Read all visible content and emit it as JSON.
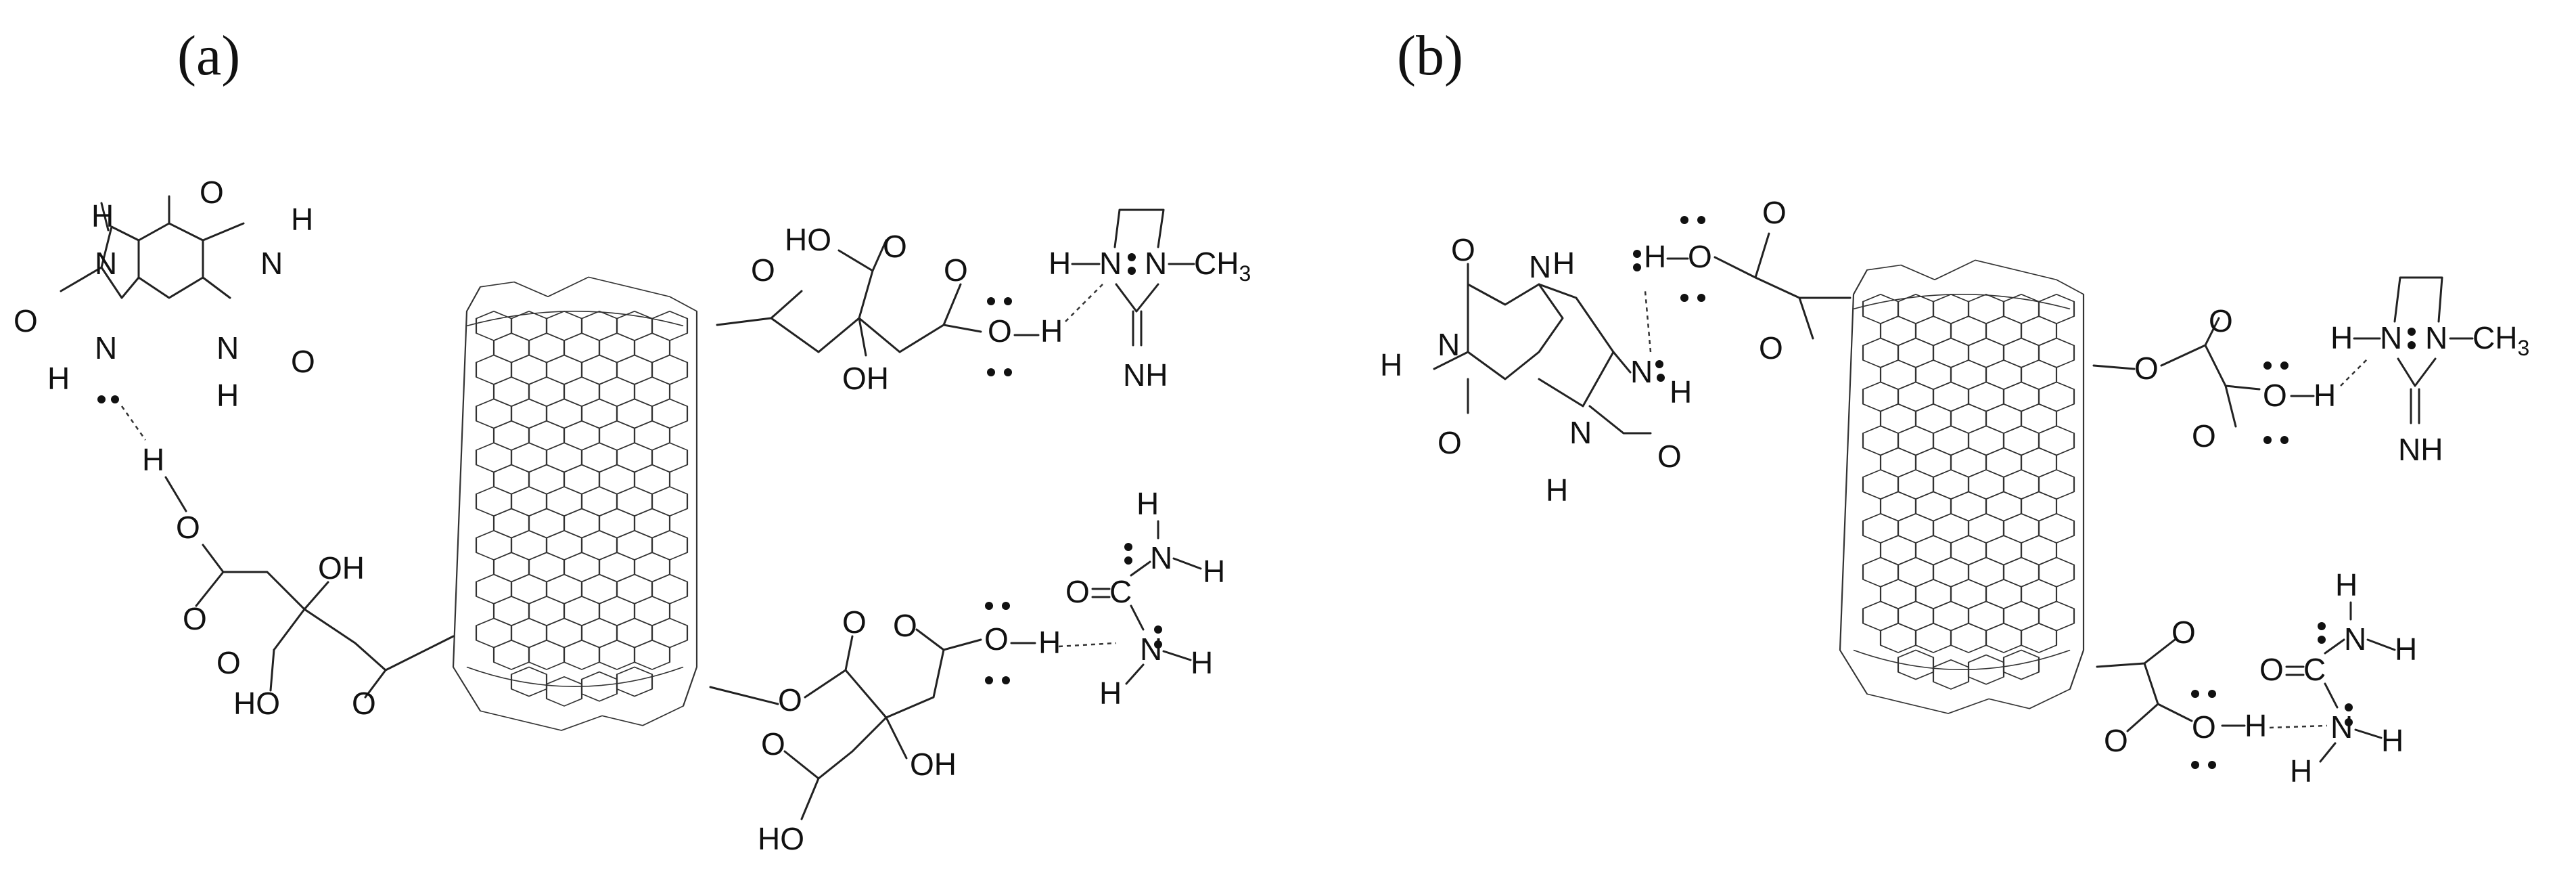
{
  "panels": {
    "a": {
      "label": "(a)",
      "uric_acid": {
        "o1": "O",
        "o2": "O",
        "o3": "O",
        "n1": "N",
        "n2": "N",
        "n3": "N",
        "n4": "N",
        "h1": "H",
        "h2": "H",
        "h3": "H",
        "h4": "H"
      },
      "citric_top": {
        "ho": "HO",
        "o_ket": "O",
        "o_acid": "O",
        "o_carb": "O",
        "oh": "OH",
        "o_h": "O",
        "h": "H"
      },
      "citric_left": {
        "h": "H",
        "o": "O",
        "oh": "OH",
        "o1": "O",
        "o2": "O",
        "ho": "HO",
        "o3": "O"
      },
      "citric_bottom": {
        "o_ester": "O",
        "o1": "O",
        "o2": "O",
        "o_h": "O",
        "h": "H",
        "oh": "OH",
        "o3": "O",
        "ho": "HO"
      },
      "creatinine": {
        "h": "H",
        "n1": "N",
        "n2": "N",
        "ch3": "CH",
        "sub3": "3",
        "nh": "NH"
      },
      "urea": {
        "o": "O",
        "c": "C",
        "n1": "N",
        "n2": "N",
        "h1": "H",
        "h2": "H",
        "h3": "H",
        "h4": "H"
      }
    },
    "b": {
      "label": "(b)",
      "uric_acid": {
        "o1": "O",
        "o2": "O",
        "o3": "O",
        "n1": "N",
        "n2": "N",
        "n3": "N",
        "n4": "N",
        "h1": "H",
        "h2": "H",
        "h3": "H",
        "h4": "H"
      },
      "oxalyl_top": {
        "h": "H",
        "o_h": "O",
        "o1": "O",
        "o2": "O"
      },
      "oxalyl_right": {
        "o_ester": "O",
        "o1": "O",
        "o2": "O",
        "o_h": "O",
        "h": "H"
      },
      "oxalyl_bottom": {
        "o1": "O",
        "o2": "O",
        "o_h": "O",
        "h": "H"
      },
      "creatinine": {
        "h": "H",
        "n1": "N",
        "n2": "N",
        "ch3": "CH",
        "sub3": "3",
        "nh": "NH"
      },
      "urea": {
        "o": "O",
        "c": "C",
        "n1": "N",
        "n2": "N",
        "h1": "H",
        "h2": "H",
        "h3": "H",
        "h4": "H"
      }
    }
  }
}
